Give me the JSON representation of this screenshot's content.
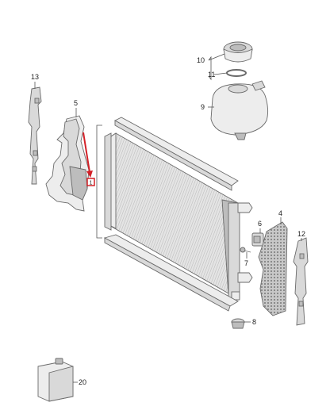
{
  "callouts": {
    "c1": "1",
    "c4": "4",
    "c5": "5",
    "c6": "6",
    "c7": "7",
    "c8": "8",
    "c9": "9",
    "c10": "10",
    "c11": "11",
    "c12": "12",
    "c13": "13",
    "c20": "20"
  },
  "colors": {
    "highlight": "#d32027",
    "outline": "#6a6a6a",
    "fill_light": "#ededed",
    "fill_mid": "#d9d9d9",
    "fill_dark": "#bdbdbd"
  }
}
